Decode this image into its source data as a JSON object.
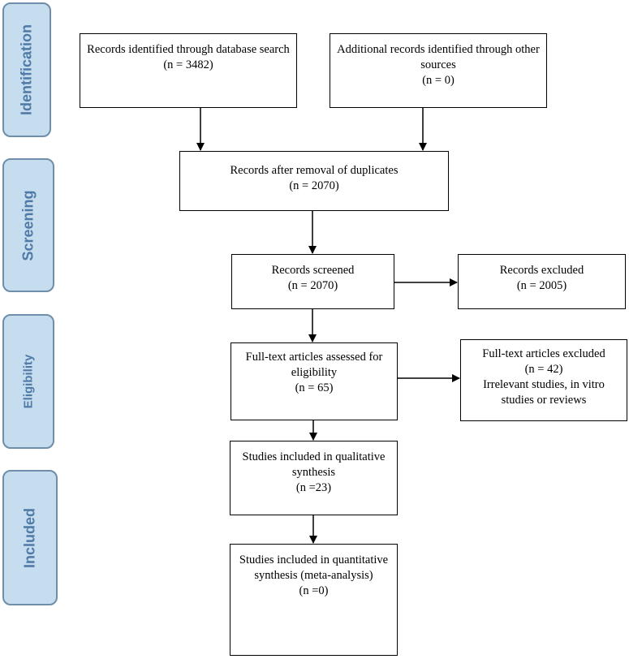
{
  "stages": {
    "identification": "Identification",
    "screening": "Screening",
    "eligibility": "Eligibility",
    "included": "Included"
  },
  "boxes": {
    "database_search": {
      "label": "Records identified through database search",
      "count": "(n = 3482)"
    },
    "other_sources": {
      "label": "Additional records identified through other sources",
      "count": "(n = 0)"
    },
    "after_duplicates": {
      "label": "Records after removal of duplicates",
      "count": "(n = 2070)"
    },
    "screened": {
      "label": "Records screened",
      "count": "(n = 2070)"
    },
    "excluded": {
      "label": "Records excluded",
      "count": "(n =  2005)"
    },
    "fulltext_assessed": {
      "label": "Full-text articles assessed for eligibility",
      "count": "(n = 65)"
    },
    "fulltext_excluded": {
      "label": "Full-text articles excluded",
      "count": "(n = 42)",
      "reason": "Irrelevant studies, in vitro studies or reviews"
    },
    "qualitative": {
      "label": "Studies included in qualitative synthesis",
      "count": "(n =23)"
    },
    "quantitative": {
      "label": "Studies included in quantitative synthesis (meta-analysis)",
      "count": "(n =0)"
    }
  }
}
